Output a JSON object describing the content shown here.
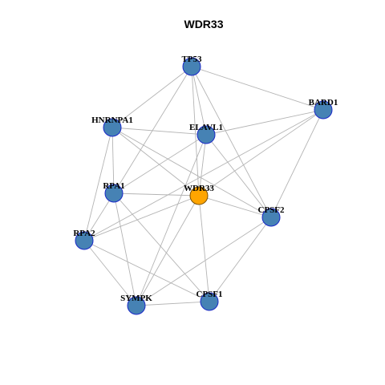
{
  "title": "WDR33",
  "colors": {
    "node_fill": "#4682b4",
    "node_stroke": "#1a28c8",
    "focus_fill": "#ffa500",
    "focus_stroke": "#7a5000",
    "edge": "#b4b4b4"
  },
  "nodes": [
    {
      "id": "TP53",
      "label": "TP53"
    },
    {
      "id": "BARD1",
      "label": "BARD1"
    },
    {
      "id": "HNRNPA1",
      "label": "HNRNPA1"
    },
    {
      "id": "ELAVL1",
      "label": "ELAVL1"
    },
    {
      "id": "RPA1",
      "label": "RPA1"
    },
    {
      "id": "WDR33",
      "label": "WDR33",
      "focus": true
    },
    {
      "id": "CPSF2",
      "label": "CPSF2"
    },
    {
      "id": "RPA2",
      "label": "RPA2"
    },
    {
      "id": "SYMPK",
      "label": "SYMPK"
    },
    {
      "id": "CPSF1",
      "label": "CPSF1"
    }
  ],
  "edges": [
    [
      "TP53",
      "BARD1"
    ],
    [
      "TP53",
      "HNRNPA1"
    ],
    [
      "TP53",
      "ELAVL1"
    ],
    [
      "TP53",
      "RPA1"
    ],
    [
      "TP53",
      "WDR33"
    ],
    [
      "TP53",
      "CPSF2"
    ],
    [
      "BARD1",
      "ELAVL1"
    ],
    [
      "BARD1",
      "WDR33"
    ],
    [
      "BARD1",
      "CPSF2"
    ],
    [
      "BARD1",
      "RPA2"
    ],
    [
      "HNRNPA1",
      "ELAVL1"
    ],
    [
      "HNRNPA1",
      "RPA1"
    ],
    [
      "HNRNPA1",
      "WDR33"
    ],
    [
      "HNRNPA1",
      "CPSF2"
    ],
    [
      "HNRNPA1",
      "RPA2"
    ],
    [
      "ELAVL1",
      "RPA1"
    ],
    [
      "ELAVL1",
      "WDR33"
    ],
    [
      "ELAVL1",
      "CPSF2"
    ],
    [
      "ELAVL1",
      "SYMPK"
    ],
    [
      "RPA1",
      "WDR33"
    ],
    [
      "RPA1",
      "RPA2"
    ],
    [
      "RPA1",
      "SYMPK"
    ],
    [
      "RPA1",
      "CPSF1"
    ],
    [
      "WDR33",
      "CPSF2"
    ],
    [
      "WDR33",
      "RPA2"
    ],
    [
      "WDR33",
      "SYMPK"
    ],
    [
      "WDR33",
      "CPSF1"
    ],
    [
      "CPSF2",
      "SYMPK"
    ],
    [
      "CPSF2",
      "CPSF1"
    ],
    [
      "RPA2",
      "SYMPK"
    ],
    [
      "RPA2",
      "CPSF1"
    ],
    [
      "SYMPK",
      "CPSF1"
    ]
  ]
}
